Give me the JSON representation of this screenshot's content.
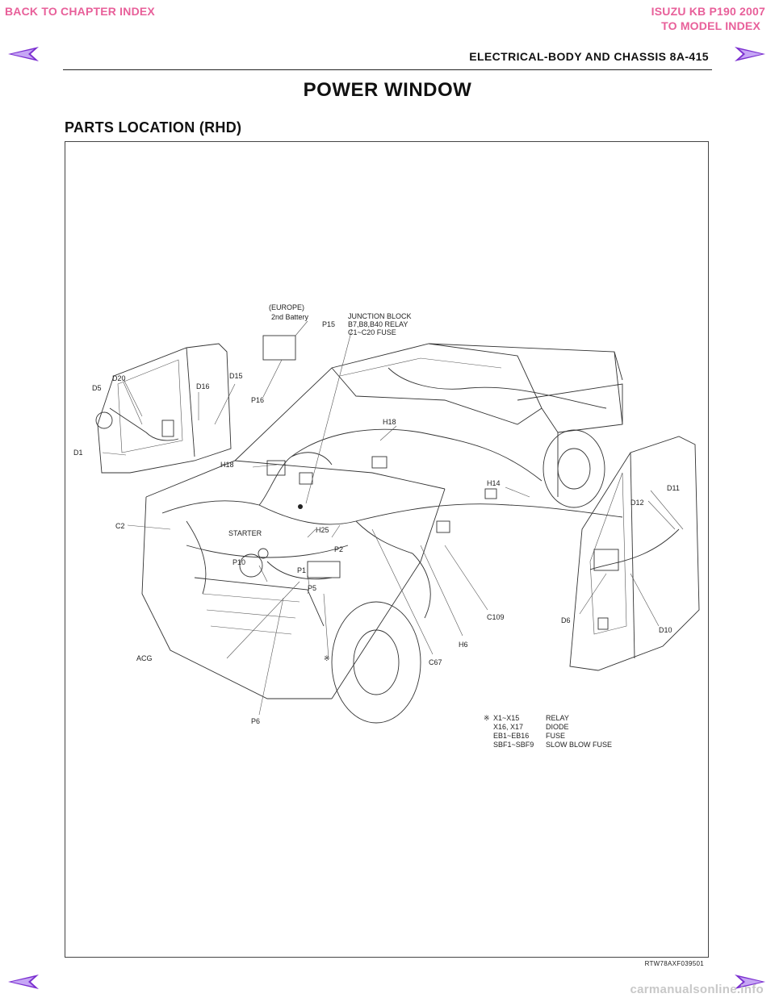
{
  "nav": {
    "back_chapter": "BACK TO CHAPTER INDEX",
    "model_title": "ISUZU KB P190 2007",
    "model_index": "TO MODEL INDEX",
    "accent_color": "#e8609a",
    "arrow_color": "#7b2fd0"
  },
  "header": {
    "running": "ELECTRICAL-BODY AND CHASSIS  8A-415"
  },
  "page": {
    "title": "POWER WINDOW",
    "section": "PARTS LOCATION (RHD)"
  },
  "figure": {
    "reference": "RTW78AXF039501",
    "labels": {
      "europe": "(EUROPE)",
      "battery": "2nd Battery",
      "p15": "P15",
      "jb1": "JUNCTION BLOCK",
      "jb2": "B7,B8,B40 RELAY",
      "jb3": "C1~C20 FUSE",
      "p16": "P16",
      "d20": "D20",
      "d5": "D5",
      "d16": "D16",
      "d15": "D15",
      "d1": "D1",
      "h18a": "H18",
      "h18b": "H18",
      "h14": "H14",
      "d11": "D11",
      "d12": "D12",
      "c2": "C2",
      "starter": "STARTER",
      "h25": "H25",
      "p2": "P2",
      "p10": "P10",
      "p1": "P1",
      "p5": "P5",
      "c109": "C109",
      "d6": "D6",
      "d10": "D10",
      "h6": "H6",
      "acg": "ACG",
      "star": "※",
      "c67": "C67",
      "p6": "P6"
    },
    "legend": {
      "mark": "※",
      "rows": [
        {
          "code": "X1~X15",
          "desc": "RELAY"
        },
        {
          "code": "X16, X17",
          "desc": "DIODE"
        },
        {
          "code": "EB1~EB16",
          "desc": "FUSE"
        },
        {
          "code": "SBF1~SBF9",
          "desc": "SLOW BLOW FUSE"
        }
      ]
    }
  },
  "watermark": "carmanualsonline.info"
}
